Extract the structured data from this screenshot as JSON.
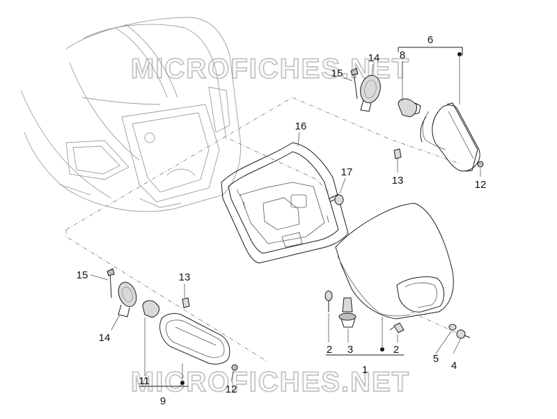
{
  "watermark": "MICROFICHES.NET",
  "callouts": {
    "c1": "1",
    "c2a": "2",
    "c2b": "2",
    "c3": "3",
    "c4": "4",
    "c5": "5",
    "c6": "6",
    "c8": "8",
    "c9": "9",
    "c11": "11",
    "c12a": "12",
    "c12b": "12",
    "c13a": "13",
    "c13b": "13",
    "c14a": "14",
    "c14b": "14",
    "c15a": "15",
    "c15b": "15",
    "c16": "16",
    "c17": "17"
  }
}
